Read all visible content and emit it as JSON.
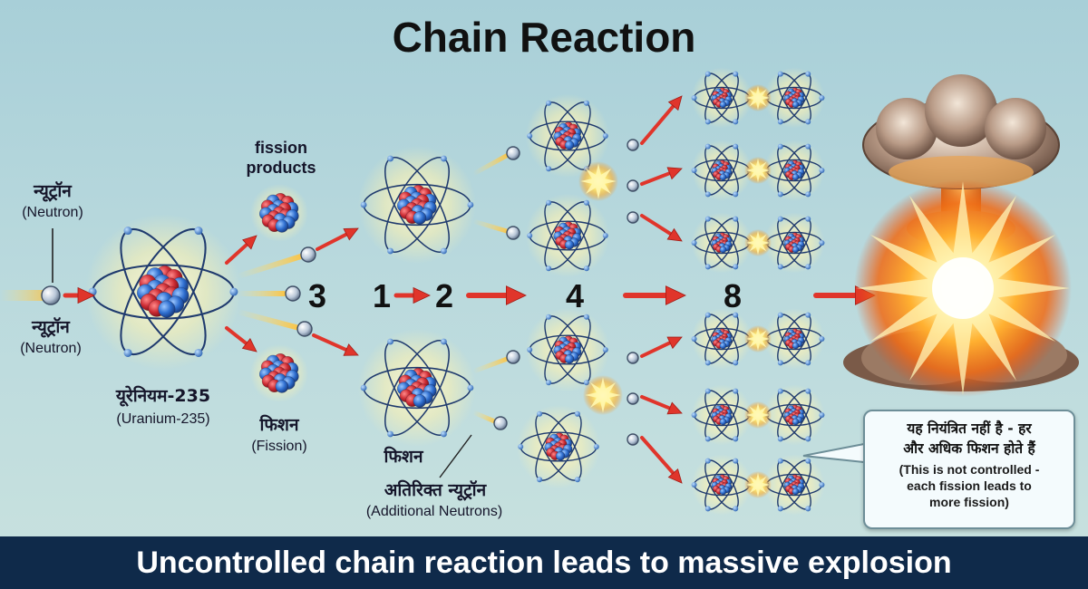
{
  "title": "Chain Reaction",
  "labels": {
    "incoming_neutron_hi": "न्यूट्रॉन",
    "incoming_neutron_en": "(Neutron)",
    "neutron_hi": "न्यूट्रॉन",
    "neutron_en": "(Neutron)",
    "uranium_hi": "यूरेनियम-235",
    "uranium_en": "(Uranium-235)",
    "fission_products": "fission\nproducts",
    "fission_hi": "फिशन",
    "fission_en": "(Fission)",
    "fission2_hi": "फिशन",
    "additional_neutrons_hi": "अतिरिक्त न्यूट्रॉन",
    "additional_neutrons_en": "(Additional Neutrons)"
  },
  "counts": {
    "released": "3",
    "start": "1",
    "stage2": "2",
    "stage3": "4",
    "stage4": "8"
  },
  "callout": {
    "line1_hi": "यह नियंत्रित नहीं है - हर",
    "line2_hi": "और अधिक फिशन होते हैं",
    "line1_en": "(This is not controlled -",
    "line2_en": "each fission leads to",
    "line3_en": "more fission)"
  },
  "banner": "Uncontrolled chain reaction leads to massive explosion",
  "colors": {
    "proton": "#cc2b33",
    "neutron_ball": "#2f6fd0",
    "orbit": "#1f3a6e",
    "arrow": "#e0352b",
    "banner_bg": "#0f2a4a"
  }
}
